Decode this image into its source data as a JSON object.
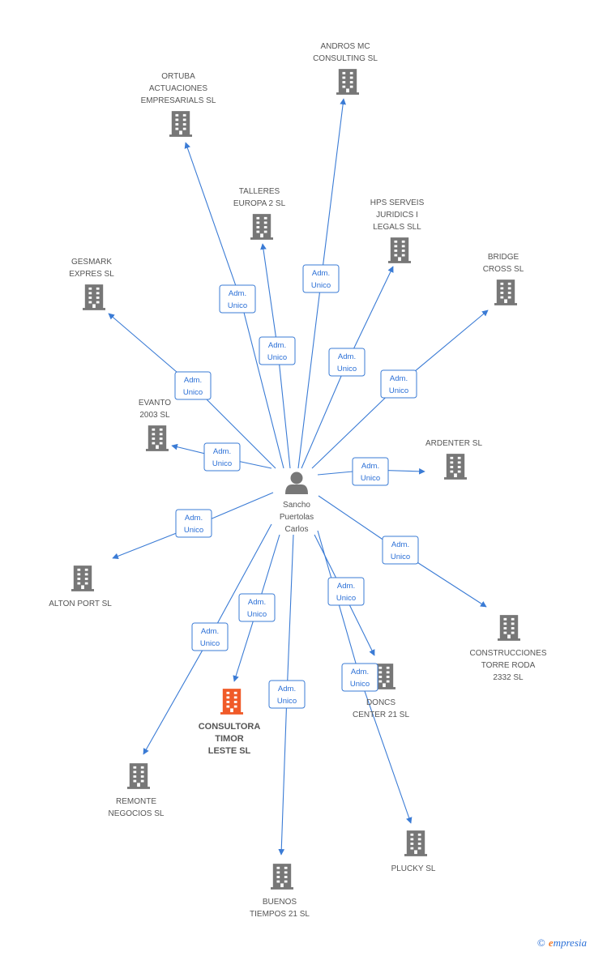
{
  "center": {
    "lines": [
      "Sancho",
      "Puertolas",
      "Carlos"
    ]
  },
  "edge_label": [
    "Adm.",
    "Unico"
  ],
  "companies": [
    {
      "id": "andros",
      "lines": [
        "ANDROS MC",
        "CONSULTING SL"
      ]
    },
    {
      "id": "ortuba",
      "lines": [
        "ORTUBA",
        "ACTUACIONES",
        "EMPRESARIALS SL"
      ]
    },
    {
      "id": "talleres",
      "lines": [
        "TALLERES",
        "EUROPA 2 SL"
      ]
    },
    {
      "id": "hps",
      "lines": [
        "HPS SERVEIS",
        "JURIDICS I",
        "LEGALS SLL"
      ]
    },
    {
      "id": "gesmark",
      "lines": [
        "GESMARK",
        "EXPRES SL"
      ]
    },
    {
      "id": "bridge",
      "lines": [
        "BRIDGE",
        "CROSS SL"
      ]
    },
    {
      "id": "evanto",
      "lines": [
        "EVANTO",
        "2003 SL"
      ]
    },
    {
      "id": "ardenter",
      "lines": [
        "ARDENTER SL"
      ]
    },
    {
      "id": "alton",
      "lines": [
        "ALTON PORT SL"
      ]
    },
    {
      "id": "construcciones",
      "lines": [
        "CONSTRUCCIONES",
        "TORRE RODA",
        "2332 SL"
      ]
    },
    {
      "id": "doncs",
      "lines": [
        "DONCS",
        "CENTER 21 SL"
      ]
    },
    {
      "id": "consultora",
      "lines": [
        "CONSULTORA",
        "TIMOR",
        "LESTE SL"
      ],
      "highlight": true
    },
    {
      "id": "remonte",
      "lines": [
        "REMONTE",
        "NEGOCIOS SL"
      ]
    },
    {
      "id": "plucky",
      "lines": [
        "PLUCKY SL"
      ]
    },
    {
      "id": "buenos",
      "lines": [
        "BUENOS",
        "TIEMPOS 21 SL"
      ]
    }
  ],
  "colors": {
    "edge": "#3a7bd5",
    "building": "#777777",
    "highlight": "#f05a28",
    "person": "#777777"
  },
  "footer": {
    "copyright": "©",
    "brand_initial": "e",
    "brand_rest": "mpresia"
  }
}
